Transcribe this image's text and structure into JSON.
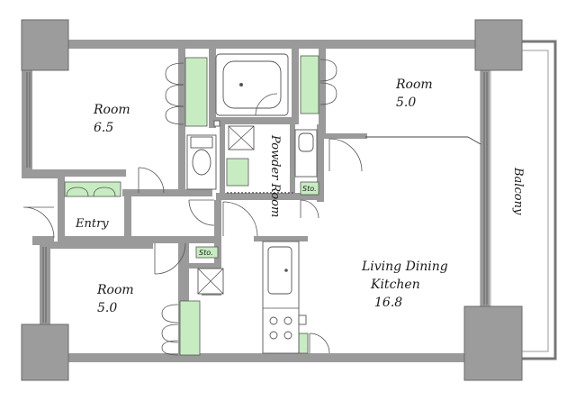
{
  "rooms": {
    "room_nw": {
      "name": "Room",
      "size": "6.5"
    },
    "room_ne": {
      "name": "Room",
      "size": "5.0"
    },
    "room_sw": {
      "name": "Room",
      "size": "5.0"
    },
    "ldk": {
      "name": "Living Dining",
      "name2": "Kitchen",
      "size": "16.8"
    },
    "powder": {
      "name": "Powder Room"
    },
    "entry": {
      "name": "Entry"
    },
    "balcony": {
      "name": "Balcony"
    }
  },
  "storage": {
    "sto1": "Sto.",
    "sto2": "Sto."
  },
  "colors": {
    "wall": "#9a9a9a",
    "storage_fill": "#c8ecc1",
    "background": "#ffffff"
  }
}
